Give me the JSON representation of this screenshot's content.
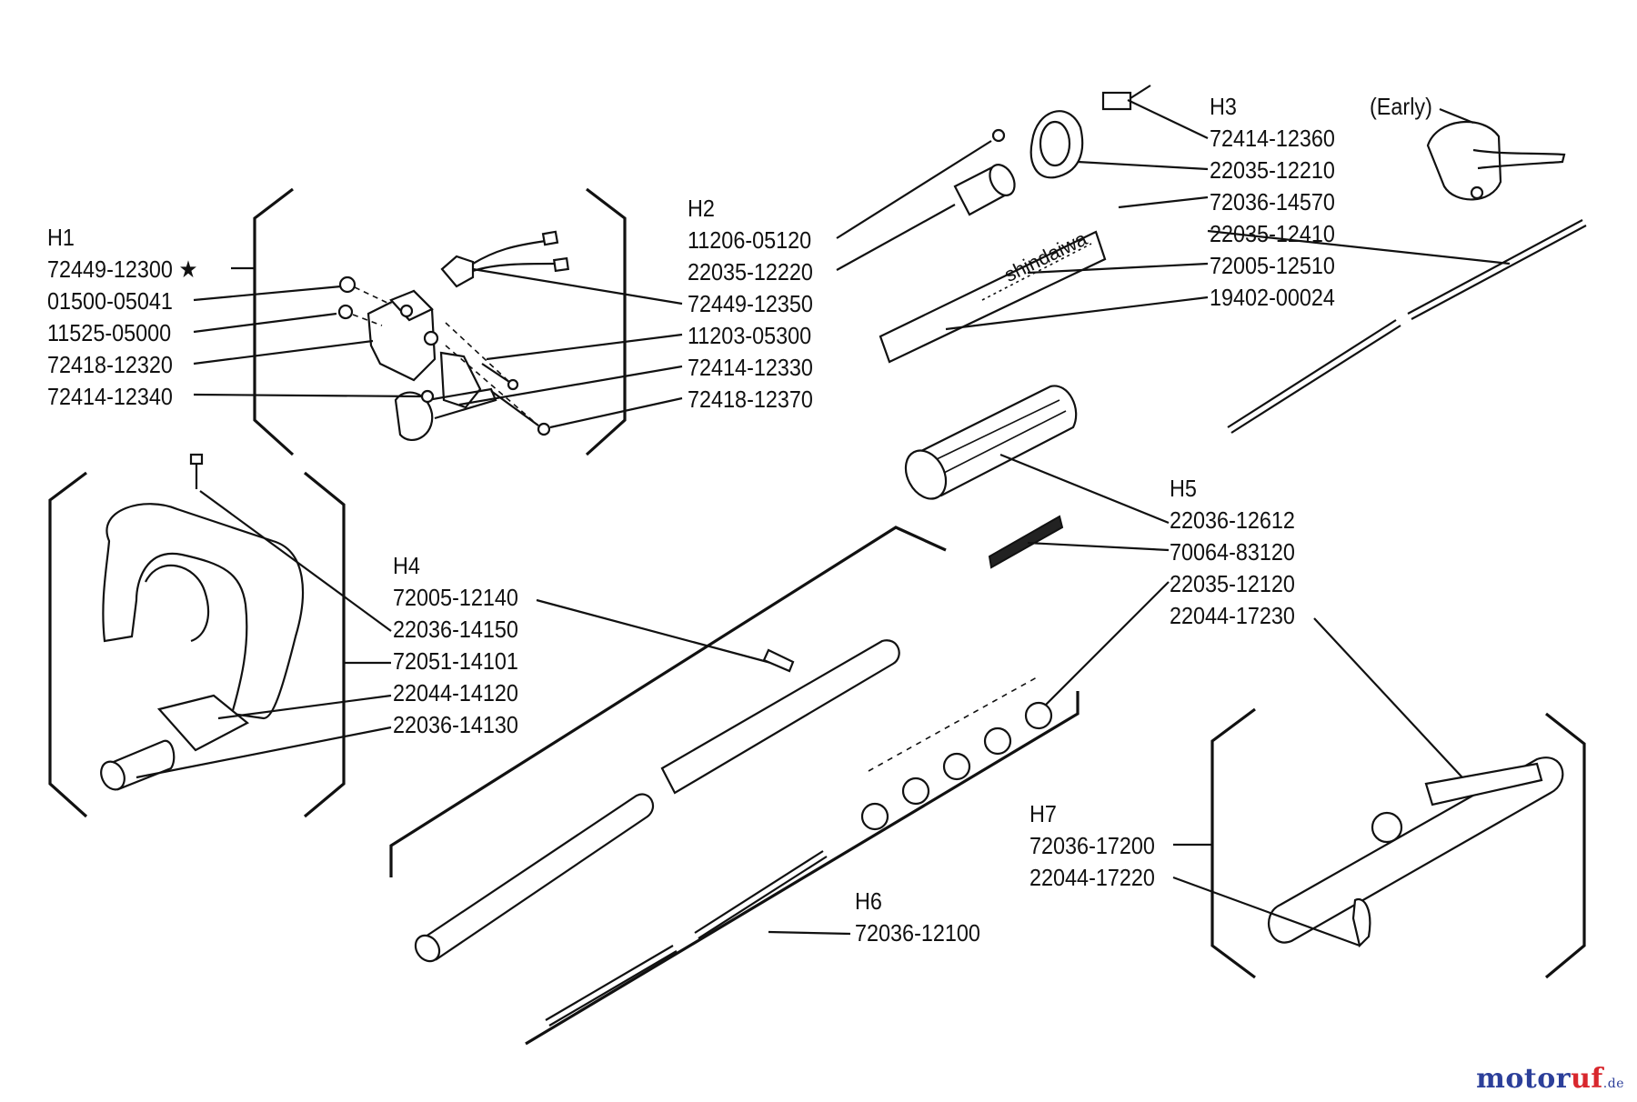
{
  "groups": {
    "h1": {
      "title": "H1",
      "parts": [
        "72449-12300",
        "01500-05041",
        "11525-05000",
        "72418-12320",
        "72414-12340"
      ],
      "star": "★"
    },
    "h2": {
      "title": "H2",
      "parts": [
        "11206-05120",
        "22035-12220",
        "72449-12350",
        "11203-05300",
        "72414-12330",
        "72418-12370"
      ]
    },
    "h3": {
      "title": "H3",
      "note": "(Early)",
      "parts": [
        "72414-12360",
        "22035-12210",
        "72036-14570",
        "22035-12410",
        "72005-12510",
        "19402-00024"
      ]
    },
    "h4": {
      "title": "H4",
      "parts": [
        "72005-12140",
        "22036-14150",
        "72051-14101",
        "22044-14120",
        "22036-14130"
      ]
    },
    "h5": {
      "title": "H5",
      "parts": [
        "22036-12612",
        "70064-83120",
        "22035-12120",
        "22044-17230"
      ]
    },
    "h6": {
      "title": "H6",
      "parts": [
        "72036-12100"
      ]
    },
    "h7": {
      "title": "H7",
      "parts": [
        "72036-17200",
        "22044-17220"
      ]
    }
  },
  "decal_text": "shindaiwa",
  "watermark": {
    "part1": "motor",
    "part2": "uf",
    "suffix": ".de"
  },
  "colors": {
    "ink": "#111111",
    "watermark_blue": "#2c3f9a",
    "watermark_red": "#d8272d"
  }
}
